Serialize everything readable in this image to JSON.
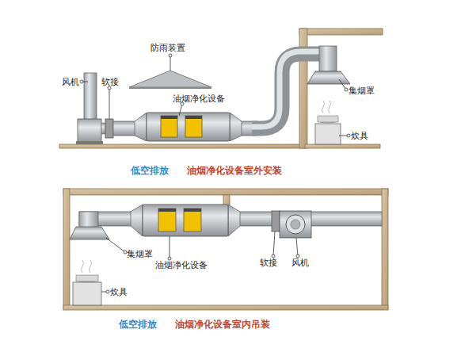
{
  "diagram": {
    "labels": [
      "防雨装置",
      "风机",
      "软接",
      "油烟净化设备",
      "集烟罩",
      "炊具",
      "低空排放",
      "油烟净化设备室外安装",
      "集烟罩",
      "油烟净化设备",
      "软接",
      "风机",
      "炊具",
      "低空排放",
      "油烟净化设备室内吊装"
    ]
  }
}
